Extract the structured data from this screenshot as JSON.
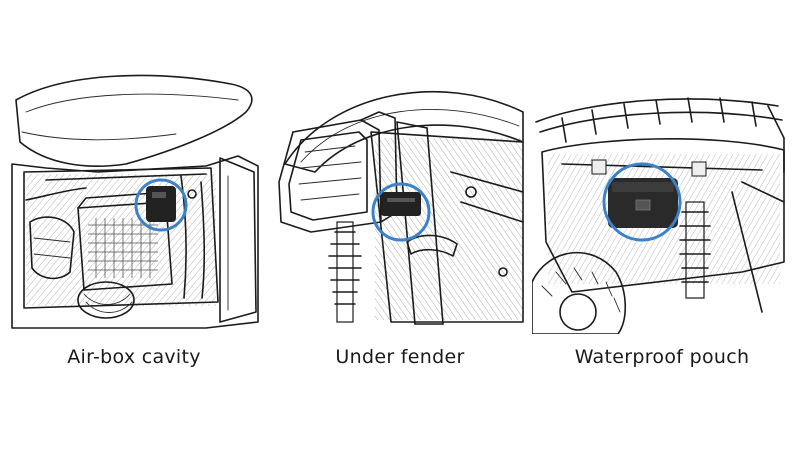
{
  "panels": [
    {
      "caption": "Air-box cavity"
    },
    {
      "caption": "Under fender"
    },
    {
      "caption": "Waterproof pouch"
    }
  ],
  "colors": {
    "ink": "#1b1b1b",
    "highlight": "#3d82c9",
    "device": "#222222",
    "background": "#ffffff"
  },
  "icons": [
    "motorcycle-side-illustration",
    "headlight-fender-illustration",
    "atv-rear-rack-illustration"
  ]
}
